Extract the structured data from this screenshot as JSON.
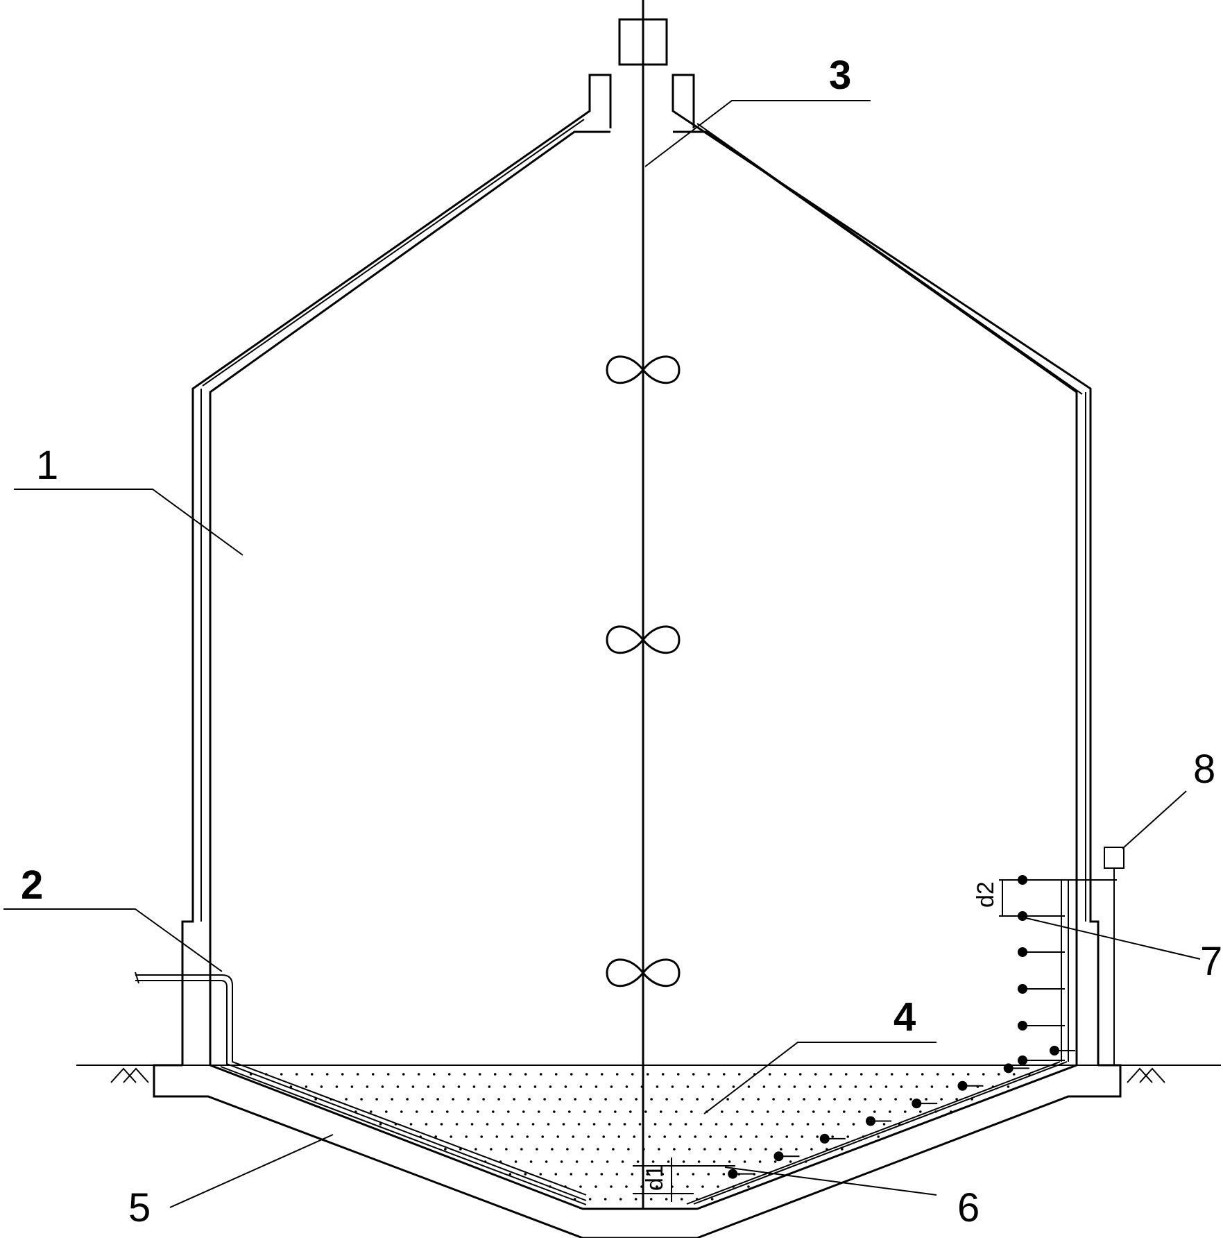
{
  "labels": {
    "l1": "1",
    "l2": "2",
    "l3": "3",
    "l4": "4",
    "l5": "5",
    "l6": "6",
    "l7": "7",
    "l8": "8"
  },
  "dimensions": {
    "d1": "d1",
    "d2": "d2"
  }
}
